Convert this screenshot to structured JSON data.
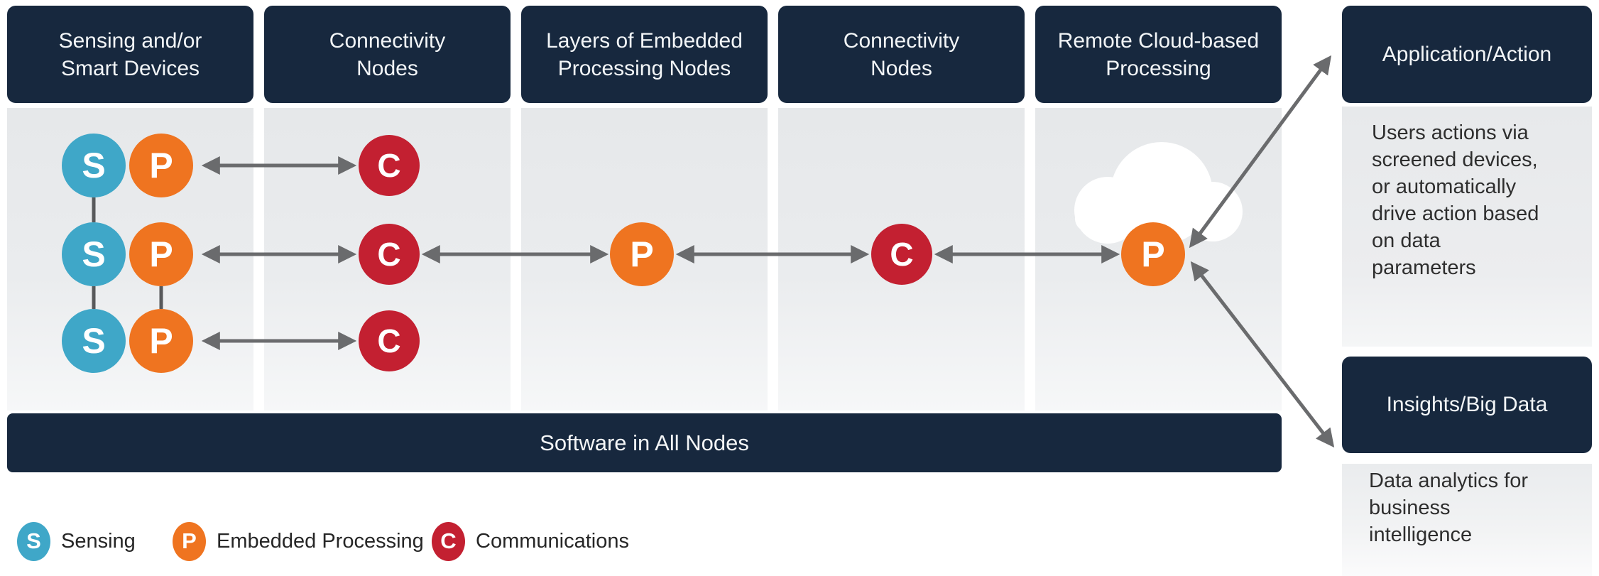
{
  "columns": [
    {
      "title": "Sensing and/or\nSmart Devices"
    },
    {
      "title": "Connectivity\nNodes"
    },
    {
      "title": "Layers of Embedded\nProcessing Nodes"
    },
    {
      "title": "Connectivity\nNodes"
    },
    {
      "title": "Remote Cloud-based\nProcessing"
    }
  ],
  "node_labels": {
    "sensing": "S",
    "processing": "P",
    "communications": "C"
  },
  "banner": {
    "label": "Software in All Nodes"
  },
  "right_panel": {
    "application": {
      "title": "Application/Action",
      "body": "Users actions via\nscreened devices,\nor automatically\ndrive action based\non data\nparameters"
    },
    "insights": {
      "title": "Insights/Big Data",
      "body": "Data analytics for\nbusiness\nintelligence"
    }
  },
  "legend": [
    {
      "letter": "S",
      "label": "Sensing",
      "color": "#3fa7c8"
    },
    {
      "letter": "P",
      "label": "Embedded Processing",
      "color": "#ef7420"
    },
    {
      "letter": "C",
      "label": "Communications",
      "color": "#c32031"
    }
  ],
  "colors": {
    "header_navy": "#17283e",
    "sensing_blue": "#3fa7c8",
    "processing_orange": "#ef7420",
    "communications_red": "#c32031",
    "arrow_gray": "#6a6b6d",
    "band_gray": "#e8eaec"
  }
}
